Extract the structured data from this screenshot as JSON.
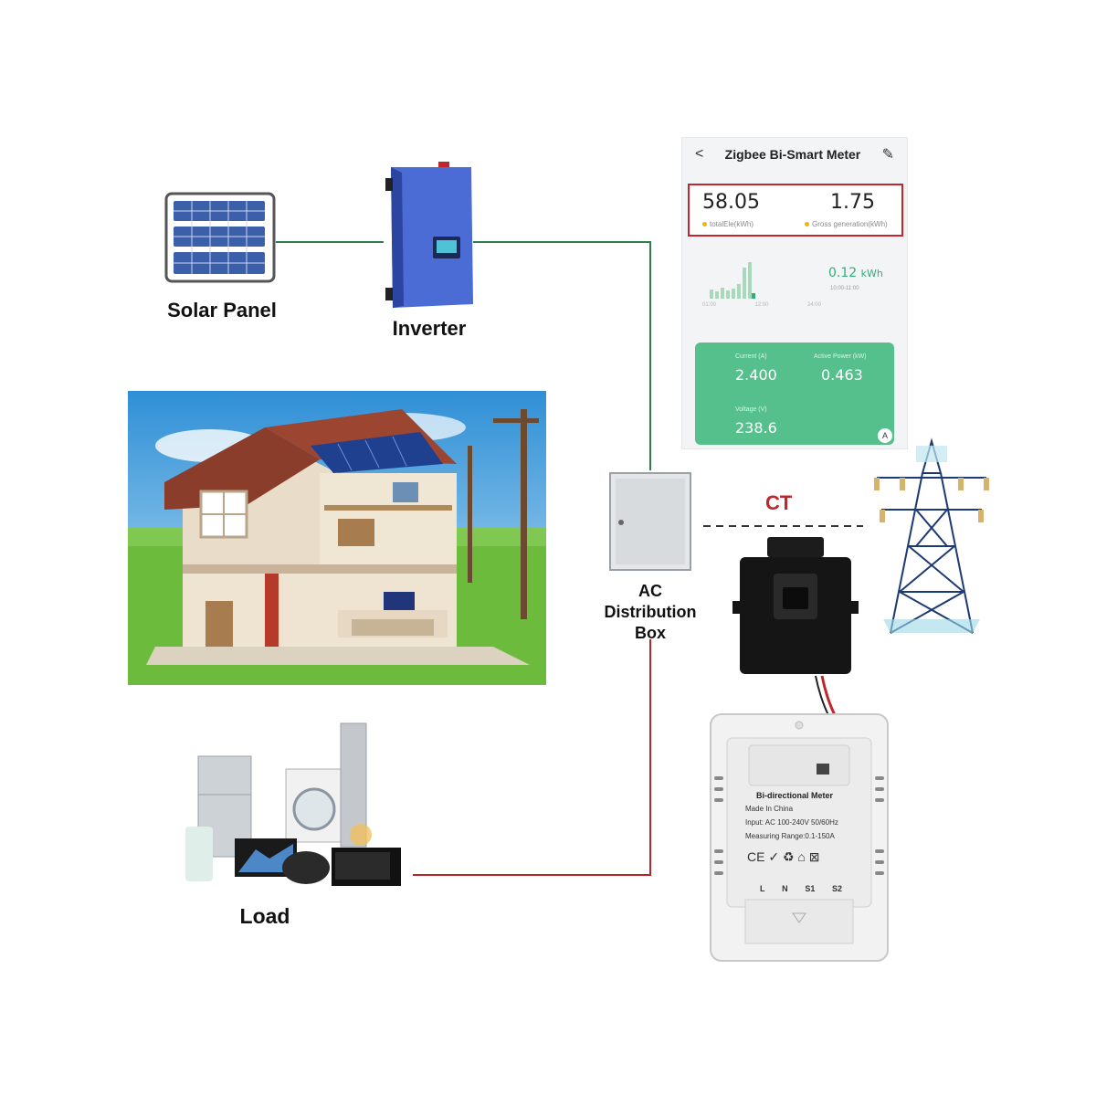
{
  "labels": {
    "solar_panel": "Solar Panel",
    "inverter": "Inverter",
    "ac_box_line1": "AC",
    "ac_box_line2": "Distribution",
    "ac_box_line3": "Box",
    "ct": "CT",
    "load": "Load"
  },
  "app": {
    "back": "<",
    "title": "Zigbee Bi-Smart Meter",
    "edit": "✎",
    "total_value": "58.05",
    "total_label": "totalEle(kWh)",
    "gross_value": "1.75",
    "gross_label": "Gross generation(kWh)",
    "usage_value": "0.12",
    "usage_unit": "kWh",
    "usage_time": "10:00-11:00",
    "chart_ticks": [
      "01:00",
      "12:00",
      "24:00"
    ],
    "current_label": "Current (A)",
    "current_value": "2.400",
    "power_label": "Active Power (kW)",
    "power_value": "0.463",
    "voltage_label": "Voltage (V)",
    "voltage_value": "238.6",
    "corner_badge": "A"
  },
  "meter": {
    "title": "Bi-directional Meter",
    "line1": "Made In China",
    "line2": "Input: AC 100-240V 50/60Hz",
    "line3": "Measuring Range:0.1-150A",
    "certs": "CE ✓ ♻ ⌂ ⊠",
    "terminals": [
      "L",
      "N",
      "S1",
      "S2"
    ]
  },
  "colors": {
    "green_wire": "#2e7d4a",
    "red_wire": "#b4262a",
    "ct_color": "#c0272d",
    "inverter_blue": "#4a6cd4",
    "app_green": "#56c08c"
  }
}
